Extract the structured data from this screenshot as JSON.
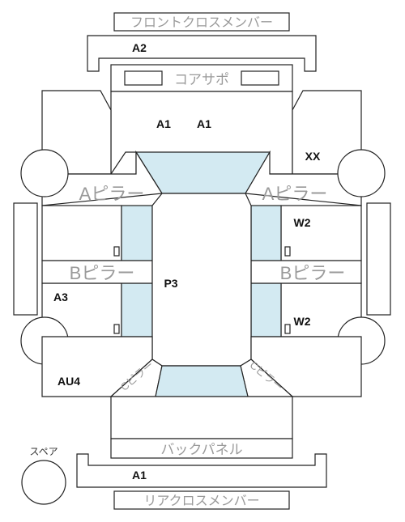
{
  "labels": {
    "front_cross_member": "フロントクロスメンバー",
    "core_support": "コアサポ",
    "a_pillar": "Aピラー",
    "b_pillar": "Bピラー",
    "c_pillar": "Cピラー",
    "back_panel": "バックパネル",
    "rear_cross_member": "リアクロスメンバー",
    "spare": "スペア"
  },
  "codes": {
    "front_cross_member": "A2",
    "hood_left": "A1",
    "hood_right": "A1",
    "front_right_fender": "XX",
    "front_right_door": "W2",
    "rear_right_door": "W2",
    "roof": "P3",
    "rear_left_door": "A3",
    "rear_left_quarter": "AU4",
    "rear_cross_member": "A1"
  },
  "colors": {
    "glass": "#d3eaf2",
    "outline": "#222222",
    "label": "#9a9a9a"
  }
}
